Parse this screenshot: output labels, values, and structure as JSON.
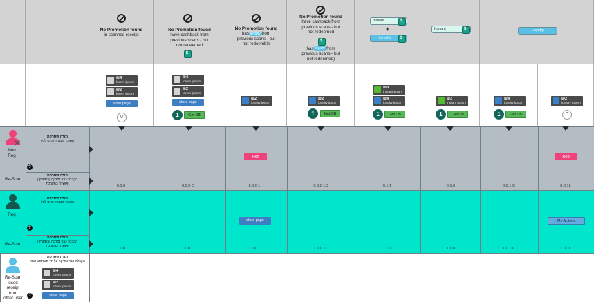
{
  "colors": {
    "header_bg": "#d3d3d3",
    "band_nonreg": "#b4bdc4",
    "band_reg": "#00e6cd",
    "store_btn": "#3e7fc4",
    "getcb_btn": "#57b859",
    "reg_btn": "#f0427a",
    "loyalty": "#5bc0e6"
  },
  "scenarios": [
    {
      "title": "No Promotion found",
      "lines": [
        "in scanned receipt"
      ]
    },
    {
      "title": "No Promotion found",
      "lines": [
        "have cashback from",
        "previous scans - but",
        "not redeemed"
      ]
    },
    {
      "title": "No Promotion found",
      "lines_a": [
        "has",
        "from"
      ],
      "pill": "loyalty",
      "lines": [
        "previous scans - but",
        "not redeemble"
      ]
    },
    {
      "title": "No Promotion found",
      "lines": [
        "have cashback from",
        "previous scans - but",
        "not redeemed"
      ],
      "lines_b": [
        "has",
        "from",
        "previous scans - but",
        "not redeemed)"
      ],
      "pill": "loyalty"
    },
    {
      "tags": [
        "Instant",
        "+",
        "Loyalty"
      ]
    },
    {
      "tags": [
        "Instant"
      ]
    },
    {
      "tags": [
        "Loyalty"
      ]
    }
  ],
  "cards": {
    "c4": {
      "price": "₪4",
      "desc": "lorem ipsum"
    },
    "c2": {
      "price": "₪2",
      "desc": "lorem ipsum"
    },
    "l2": {
      "price": "₪2",
      "desc": "loyalty ipsum"
    },
    "l4": {
      "price": "₪4",
      "desc": "loyalty ipsum"
    },
    "i3": {
      "price": "₪3",
      "desc": "instant ipsum"
    }
  },
  "buttons": {
    "store_page": "store page",
    "get_cb": "Get CB",
    "reg": "Reg",
    "my_actions": "My Actions",
    "badge_one": "1",
    "badge_zero": "0"
  },
  "rows": {
    "nonreg": {
      "label": [
        "Non",
        "Reg"
      ],
      "rescan": "Re-Scan"
    },
    "reg": {
      "label": "Reg",
      "rescan": "Re-Scan"
    },
    "other": {
      "label": [
        "Re-Scan",
        "used",
        "receipt",
        "from",
        "other user"
      ]
    }
  },
  "hebrew": {
    "receipt_title": "תודה שסרקת",
    "nonreg_top": "השובר הנבחר נכנס לסל",
    "rescan_line1": "הקבלה כבר נסרקה (בתאריך)",
    "rescan_line2": "ואושרה במערכת",
    "other_line": "הקבלה כבר נסרקה על ידי משתמש אחר"
  },
  "codes": {
    "nonreg": [
      "0.0.0",
      "0.0.0 C",
      "0.0.0 L",
      "0.0.0 LC",
      "0.1.1",
      "0.1.0",
      "0.0.1 C",
      "0.0.1L"
    ],
    "reg": [
      "1.0.0",
      "1.0.0 C",
      "1.0.0 L",
      "1.0.0 LC",
      "1.1.1",
      "1.1.0",
      "1.0.1 C",
      "1.0.1L"
    ]
  }
}
